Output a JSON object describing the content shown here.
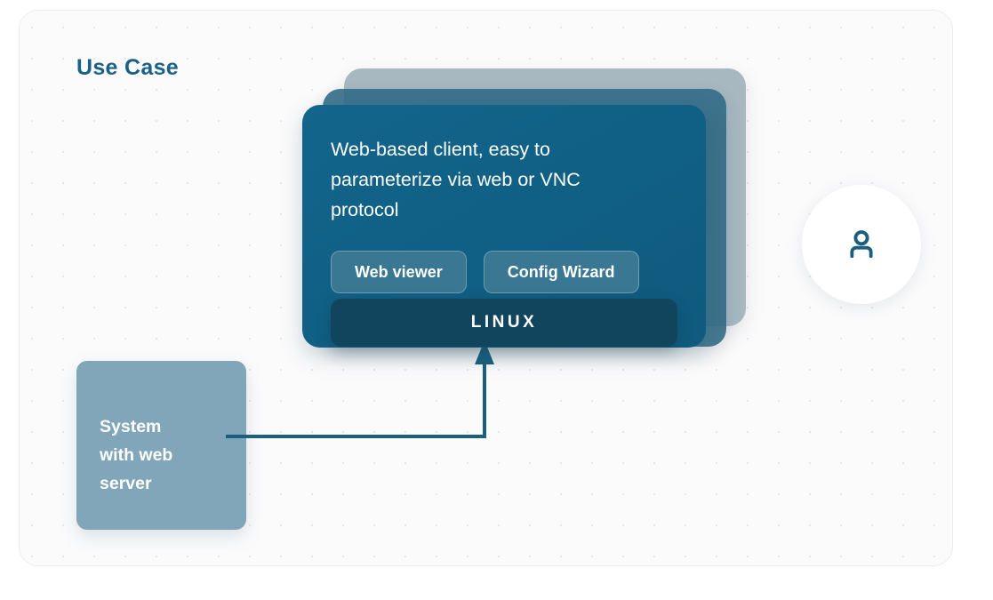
{
  "panel": {
    "title": "Use Case",
    "background_color": "#fbfbfc",
    "dot_color": "#e4e6e9",
    "title_color": "#1b6187"
  },
  "cards": {
    "back_color": "#a7b8c1",
    "mid_color": "#2f6984",
    "front_color": "#11638a",
    "description": "Web-based client, easy to parameterize via web or VNC protocol",
    "buttons": [
      {
        "label": "Web viewer",
        "name": "web-viewer-button"
      },
      {
        "label": "Config Wizard",
        "name": "config-wizard-button"
      }
    ],
    "platform_bar": {
      "label": "LINUX",
      "color": "#11455e"
    }
  },
  "system_box": {
    "label": "System\nwith web\nserver",
    "color": "#81a6ba"
  },
  "connector": {
    "color": "#1b5e7e",
    "from": "system-with-web-server",
    "to": "linux-platform-bar",
    "arrow_direction": "up"
  },
  "actor": {
    "icon": "person-icon",
    "icon_color": "#1b5e7e",
    "circle_color": "#ffffff"
  }
}
